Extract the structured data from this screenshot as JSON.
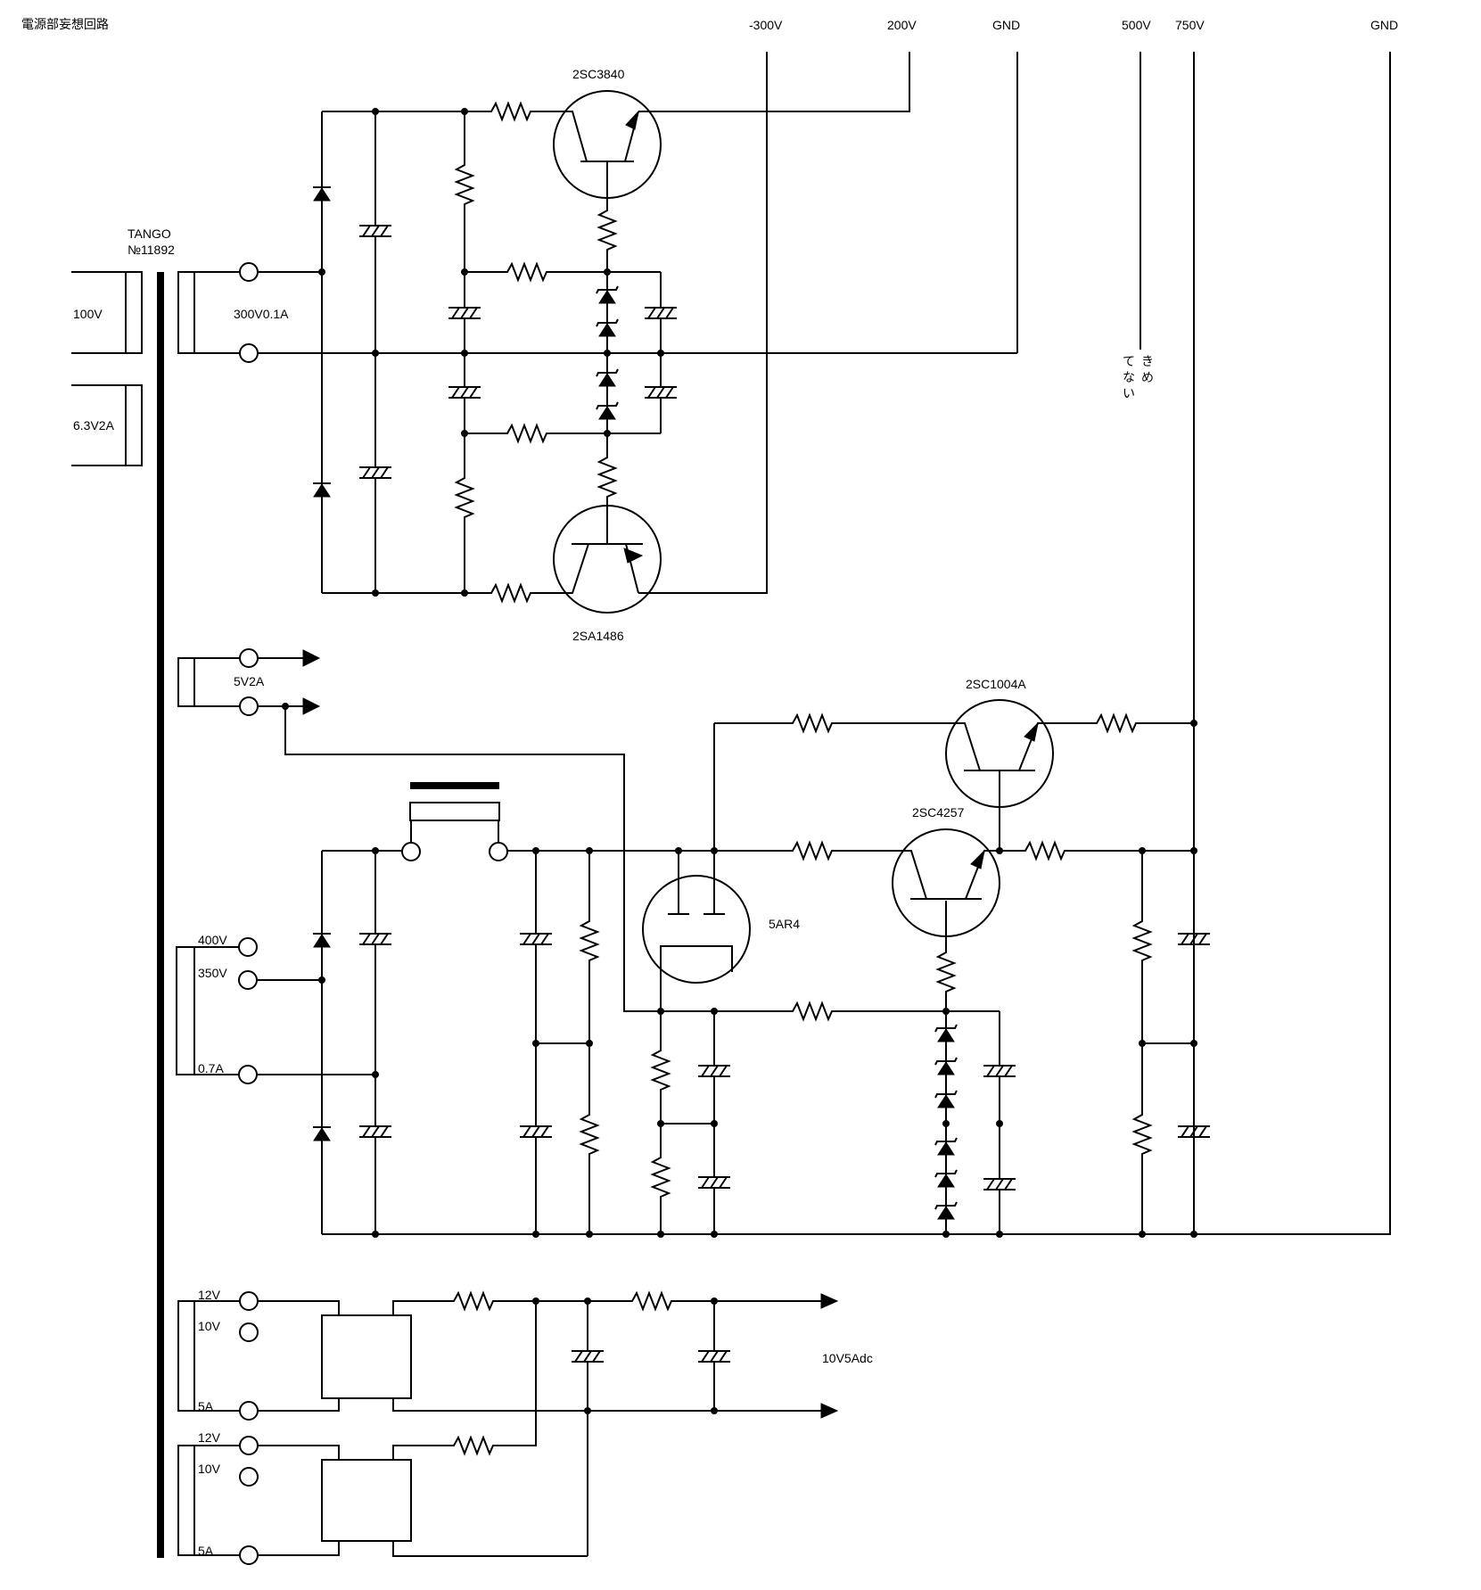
{
  "title": "電源部妄想回路",
  "rails": {
    "neg300": "-300V",
    "v200": "200V",
    "gnd1": "GND",
    "v500": "500V",
    "v750": "750V",
    "gnd2": "GND"
  },
  "note_vertical": [
    "て",
    "き",
    "な",
    "め",
    "い"
  ],
  "transformer": {
    "maker": "TANGO",
    "model": "№11892",
    "primary": "100V",
    "heater_63": "6.3V2A",
    "sec_300": "300V0.1A",
    "sec_5v": "5V2A",
    "tap_400": "400V",
    "tap_350": "350V",
    "tap_07a": "0.7A",
    "tap_12v_a": "12V",
    "tap_10v_a": "10V",
    "tap_5a_a": "5A",
    "tap_12v_b": "12V",
    "tap_10v_b": "10V",
    "tap_5a_b": "5A"
  },
  "parts": {
    "q1": "2SC3840",
    "q2": "2SA1486",
    "q3": "2SC1004A",
    "q4": "2SC4257",
    "rectifier": "5AR4"
  },
  "output_label": "10V5Adc"
}
